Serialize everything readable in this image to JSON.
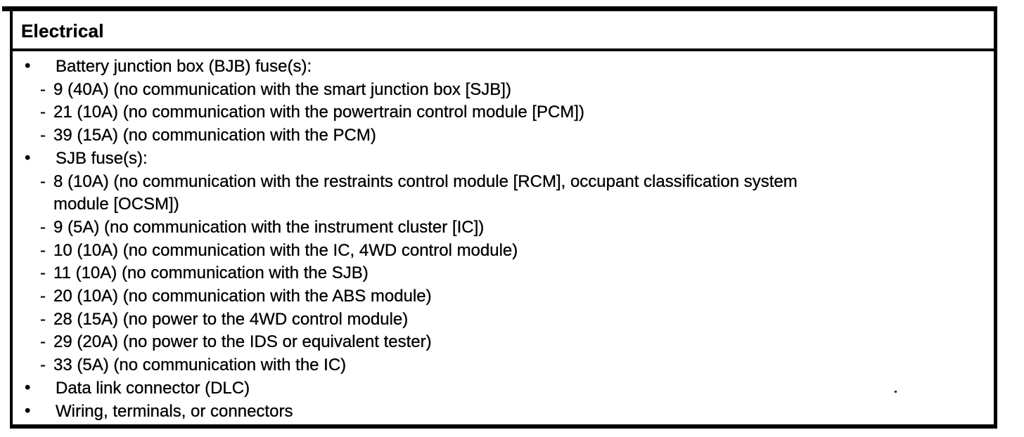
{
  "page": {
    "background": "#ffffff",
    "ink_color": "#000000"
  },
  "table": {
    "title": "Electrical",
    "bullet_glyph": "•",
    "dash_glyph": "-",
    "sections": [
      {
        "text": "Battery junction box (BJB) fuse(s):",
        "children": [
          "9 (40A) (no communication with the smart junction box [SJB])",
          "21 (10A) (no communication with the powertrain control module [PCM])",
          "39 (15A) (no communication with the PCM)"
        ]
      },
      {
        "text": "SJB fuse(s):",
        "children": [
          "8 (10A) (no communication with the restraints control module [RCM], occupant classification system module [OCSM])",
          "9 (5A) (no communication with the instrument cluster [IC])",
          "10 (10A) (no communication with the IC, 4WD control module)",
          "11 (10A) (no communication with the SJB)",
          "20 (10A) (no communication with the ABS module)",
          "28 (15A) (no power to the 4WD control module)",
          "29 (20A) (no power to the IDS or equivalent tester)",
          "33 (5A) (no communication with the IC)"
        ]
      },
      {
        "text": "Data link connector (DLC)",
        "children": []
      },
      {
        "text": "Wiring, terminals, or connectors",
        "children": []
      }
    ]
  }
}
